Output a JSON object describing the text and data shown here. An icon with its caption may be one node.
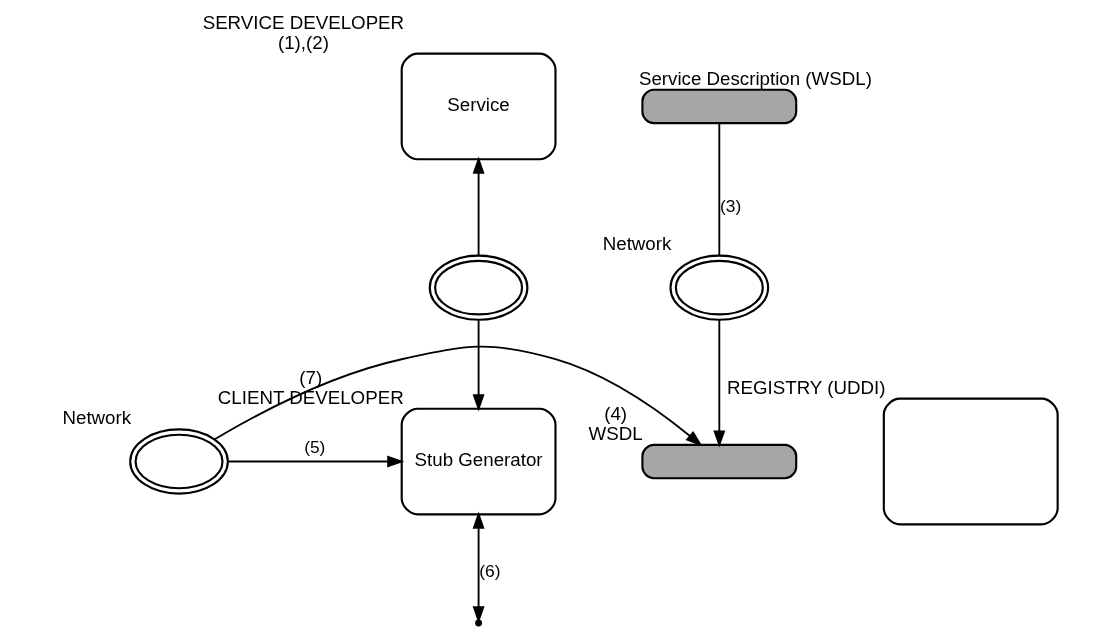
{
  "diagram": {
    "nodes": [
      {
        "text": [
          "Service"
        ],
        "beside": [
          "SERVICE DEVELOPER",
          "(1),(2)"
        ]
      },
      {
        "text": [],
        "shape": "box",
        "beside": [
          "Service Description (WSDL)"
        ]
      },
      {
        "text": [],
        "shape": "cloud"
      },
      {
        "text": [],
        "shape": "cloud",
        "beside": [
          "Network"
        ]
      },
      {
        "text": [
          "Stub Generator"
        ],
        "beside": [
          "(7)",
          "CLIENT DEVELOPER"
        ]
      },
      {
        "text": [],
        "shape": "box",
        "beside": [
          "REGISTRY (UDDI)"
        ]
      },
      {
        "text": [],
        "shape": "box",
        "beside": [
          "(4)",
          "WSDL"
        ]
      },
      {
        "text": [],
        "shape": "cloud",
        "beside": [
          "Network"
        ]
      }
    ],
    "edges": [
      {
        "from": 2,
        "to": 0,
        "arrow": "to"
      },
      {
        "from": 2,
        "to": 4,
        "arrow": "to"
      },
      {
        "from": 1,
        "to": 3,
        "arrow": "none",
        "label": "(3)"
      },
      {
        "from": 3,
        "to": 6,
        "arrow": "to"
      },
      {
        "from": 7,
        "to": 6,
        "arrow": "to"
      },
      {
        "from": 7,
        "to": 4,
        "arrow": "to",
        "label": "(5)"
      },
      {
        "from": 4,
        "to": null,
        "arrow": "both",
        "label": "(6)"
      }
    ]
  }
}
